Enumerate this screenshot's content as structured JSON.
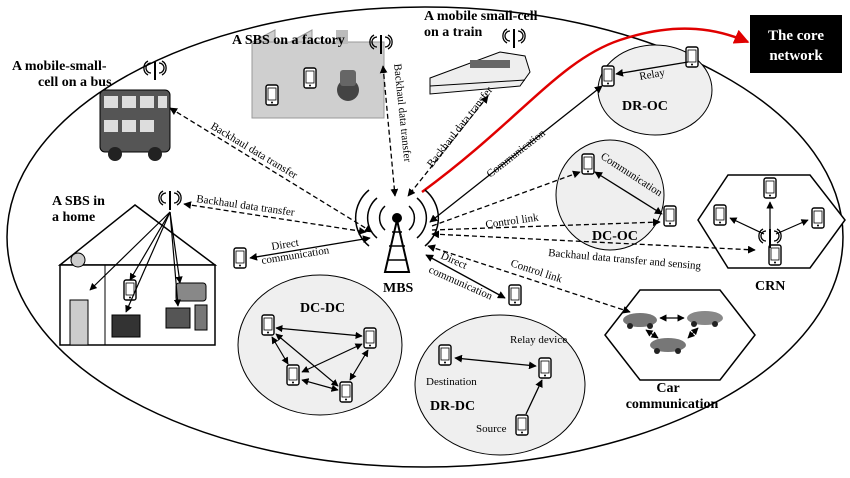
{
  "labels": {
    "bus_line1": "A mobile-small-",
    "bus_line2": "cell on a bus",
    "factory": "A SBS on a factory",
    "train_line1": "A mobile small-cell",
    "train_line2": "on a train",
    "core_line1": "The core",
    "core_line2": "network",
    "home_line1": "A SBS in",
    "home_line2": "a home",
    "mbs": "MBS",
    "dr_oc": "DR-OC",
    "dc_oc": "DC-OC",
    "crn": "CRN",
    "dc_dc": "DC-DC",
    "dr_dc": "DR-DC",
    "car_line1": "Car",
    "car_line2": "communication"
  },
  "edge_labels": {
    "backhaul_bus": "Backhaul data transfer",
    "backhaul_factory": "Backhaul data transfer",
    "backhaul_train": "Backhaul data transfer",
    "backhaul_home": "Backhaul data transfer",
    "communication_droc": "Communication",
    "relay": "Relay",
    "communication_dcoc": "Communication",
    "control_link_dcoc": "Control link",
    "backhaul_sensing": "Backhaul data transfer and sensing",
    "control_link_car": "Control link",
    "direct_left_1": "Direct",
    "direct_left_2": "communication",
    "direct_right_1": "Direct",
    "direct_right_2": "communication",
    "relay_device": "Relay device",
    "destination": "Destination",
    "source": "Source"
  },
  "colors": {
    "backhaul_to_core": "#e00000",
    "cluster_fill": "#efefef",
    "core_box": "#000000"
  }
}
